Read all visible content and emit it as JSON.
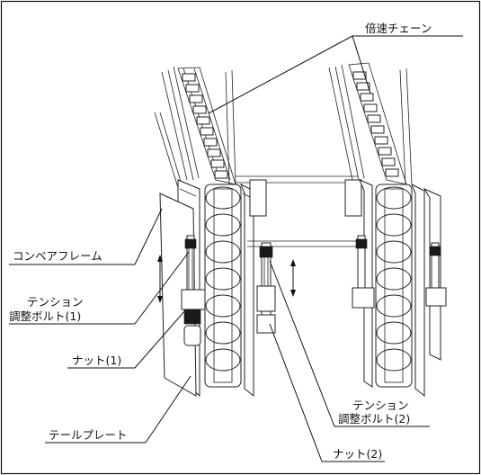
{
  "labels": {
    "double_speed_chain": "倍速チェーン",
    "conveyor_frame": "コンベアフレーム",
    "tension_bolt_1_line1": "テンション",
    "tension_bolt_1_line2": "調整ボルト(1)",
    "nut_1": "ナット(1)",
    "tail_plate": "テールプレート",
    "tension_bolt_2_line1": "テンション",
    "tension_bolt_2_line2": "調整ボルト(2)",
    "nut_2": "ナット(2)"
  }
}
